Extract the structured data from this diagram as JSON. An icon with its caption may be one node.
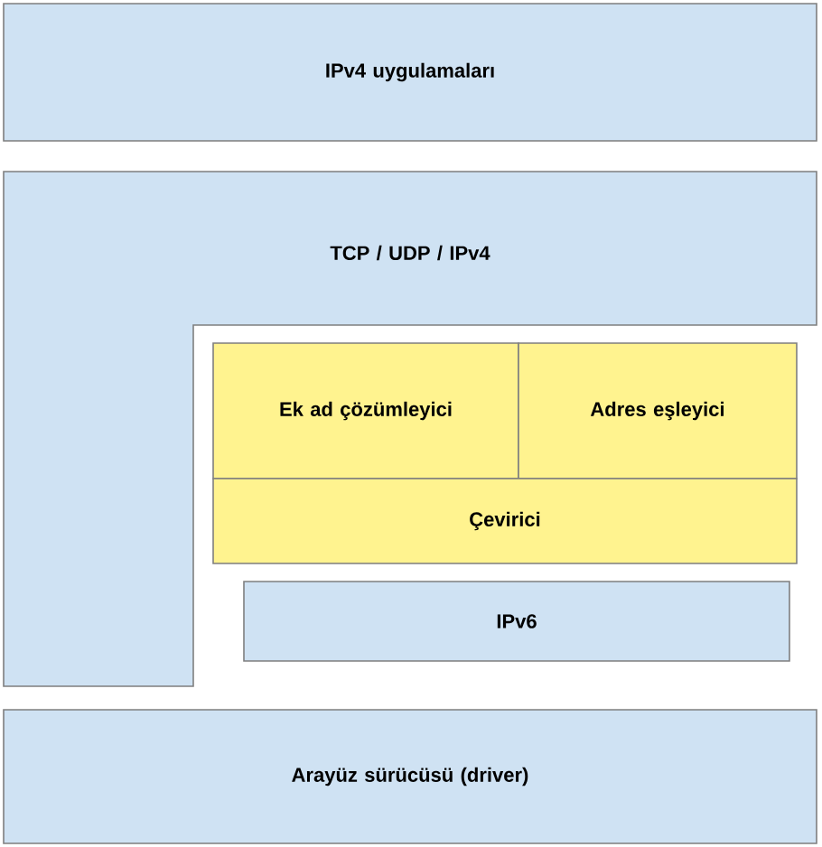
{
  "diagram": {
    "nodes": [
      {
        "text": [
          "IPv4 uygulamaları"
        ]
      },
      {
        "text": [
          "TCP / UDP / IPv4"
        ]
      },
      {
        "text": [
          "Ek ad çözümleyici"
        ]
      },
      {
        "text": [
          "Adres eşleyici"
        ]
      },
      {
        "text": [
          "Çevirici"
        ]
      },
      {
        "text": [
          "IPv6"
        ]
      },
      {
        "text": [
          "Arayüz sürücüsü (driver)"
        ]
      }
    ]
  }
}
